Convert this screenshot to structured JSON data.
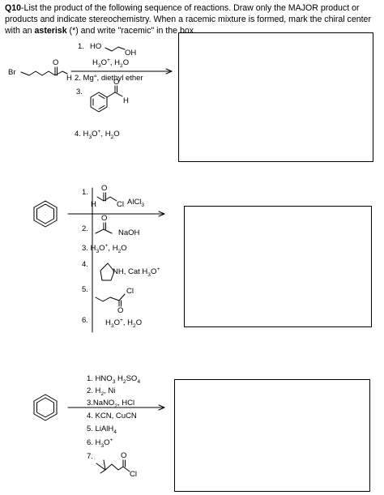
{
  "question": {
    "prefix": "Q10",
    "text_before_bold": "-List the product of the following sequence of reactions. Draw only the MAJOR product or products and indicate stereochemistry. When a racemic mixture is formed, mark the chiral center with an",
    "bold_word": "asterisk",
    "text_after_bold": "(*) and write \"racemic\" in the box."
  },
  "reaction1": {
    "start_label_br": "Br",
    "start_label_h": "H",
    "start_label_o": "O",
    "step1_num": "1.",
    "step1_diol_ho": "HO",
    "step1_diol_oh": "OH",
    "step1_reagent_html": "H<sub>3</sub>O<sup>+</sup>, H<sub>2</sub>O",
    "step2": "2. Mg°, diethyl ether",
    "step3_num": "3.",
    "step3_h": "H",
    "step3_o": "O",
    "step4_html": "4. H<sub>3</sub>O<sup>+</sup>, H<sub>2</sub>O"
  },
  "reaction2": {
    "step1_num": "1.",
    "step1_h": "H",
    "step1_cl": "Cl",
    "step1_o": "O",
    "step1_reagent_html": "AlCl<sub>3</sub>",
    "step2_num": "2.",
    "step2_o": "O",
    "step2_reagent": "NaOH",
    "step3_html": "3. H<sub>3</sub>O<sup>+</sup>, H<sub>2</sub>O",
    "step4_num": "4.",
    "step4_reagent_html": "NH, Cat H<sub>3</sub>O<sup>+</sup>",
    "step5_num": "5.",
    "step5_cl": "Cl",
    "step5_o": "O",
    "step6_num": "6.",
    "step6_reagent_html": "H<sub>3</sub>O<sup>+</sup>, H<sub>2</sub>O"
  },
  "reaction3": {
    "steps_html": [
      "1. HNO<sub>3</sub> H<sub>2</sub>SO<sub>4</sub>",
      "2. H<sub>2</sub>, Ni",
      "3.NaNO<sub>2</sub>, HCl",
      "4. KCN, CuCN",
      "5. LiAlH<sub>4</sub>",
      "6. H<sub>3</sub>O<sup>+</sup>",
      "7."
    ],
    "step7_o": "O",
    "step7_cl": "Cl"
  }
}
